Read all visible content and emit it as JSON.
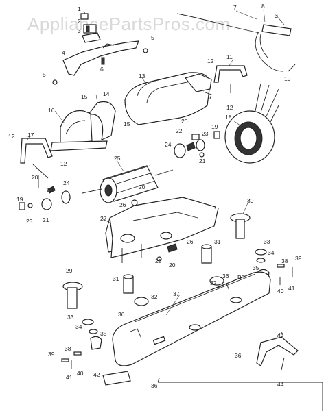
{
  "watermark": "AppliancePartsPros.com",
  "callouts": {
    "c1": "1",
    "c2": "2",
    "c3": "3",
    "c4": "4",
    "c5a": "5",
    "c5b": "5",
    "c6": "6",
    "c7": "7",
    "c8": "8",
    "c9": "9",
    "c10": "10",
    "c11": "11",
    "c12a": "12",
    "c12b": "12",
    "c12c": "12",
    "c12d": "12",
    "c13": "13",
    "c14": "14",
    "c15a": "15",
    "c15b": "15",
    "c16": "16",
    "c17": "17",
    "c18": "18",
    "c19a": "19",
    "c19b": "19",
    "c20a": "20",
    "c20b": "20",
    "c20c": "20",
    "c20d": "20",
    "c21a": "21",
    "c21b": "21",
    "c22a": "22",
    "c22b": "22",
    "c23a": "23",
    "c23b": "23",
    "c24a": "24",
    "c24b": "24",
    "c25": "25",
    "c26a": "26",
    "c26b": "26",
    "c27": "27",
    "c28": "28",
    "c29": "29",
    "c30": "30",
    "c31a": "31",
    "c31b": "31",
    "c32a": "32",
    "c32b": "32",
    "c33a": "33",
    "c33b": "33",
    "c34a": "34",
    "c34b": "34",
    "c35a": "35",
    "c35b": "35",
    "c36a": "36",
    "c36b": "36",
    "c36c": "36",
    "c36d": "36",
    "c37": "37",
    "c38a": "38",
    "c38b": "38",
    "c39a": "39",
    "c39b": "39",
    "c40a": "40",
    "c40b": "40",
    "c41a": "41",
    "c41b": "41",
    "c42": "42",
    "c43": "43",
    "c44": "44",
    "cB5": "B5"
  }
}
